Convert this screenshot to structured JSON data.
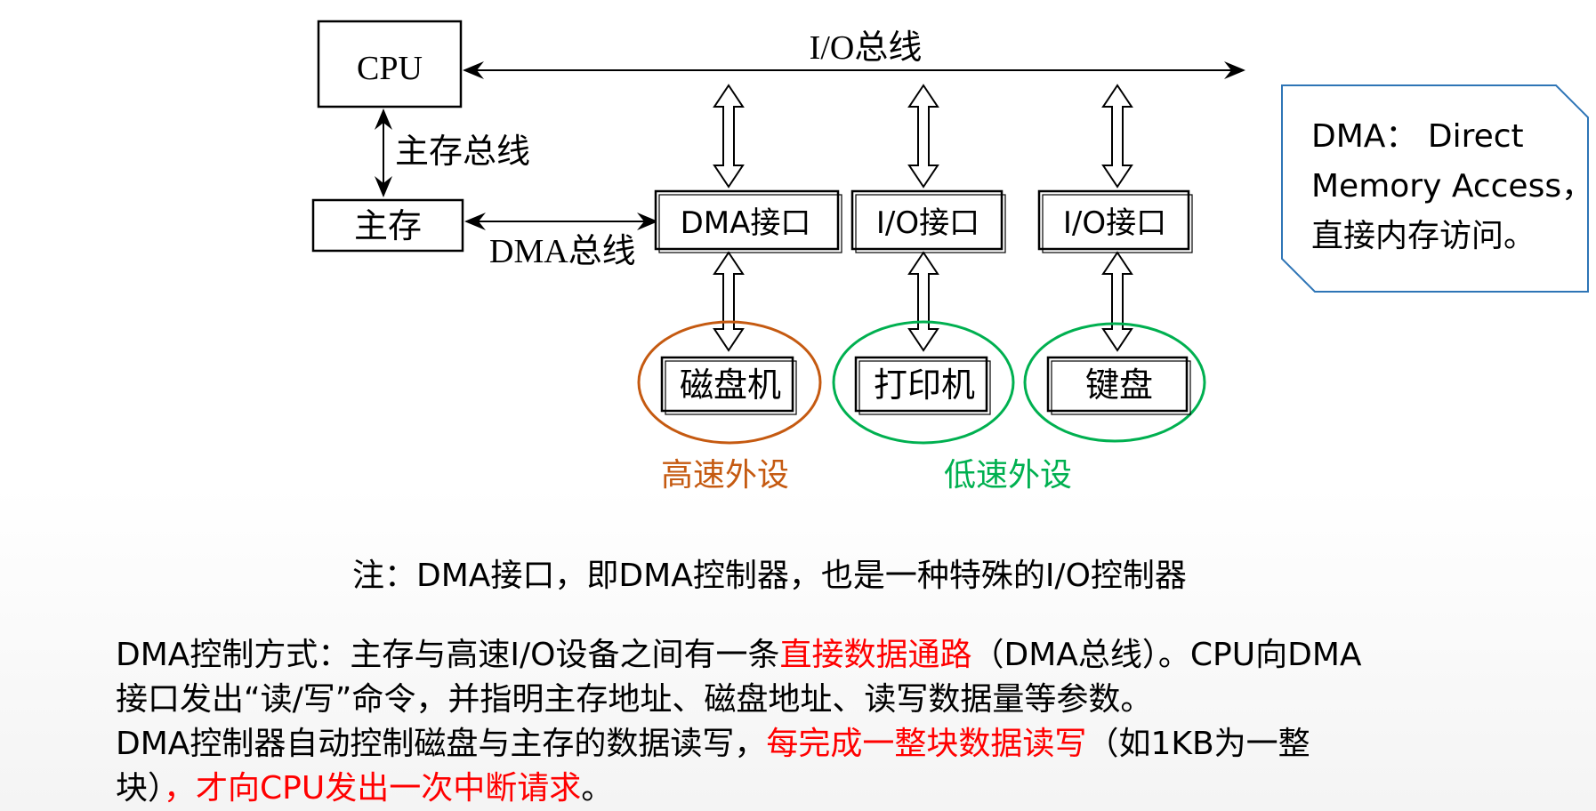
{
  "diagram": {
    "cpu": "CPU",
    "io_bus": "I/O总线",
    "main_bus": "主存总线",
    "memory": "主存",
    "dma_bus": "DMA总线",
    "dma_interface": "DMA接口",
    "io_interface_1": "I/O接口",
    "io_interface_2": "I/O接口",
    "disk": "磁盘机",
    "printer": "打印机",
    "keyboard": "键盘",
    "high_speed_label": "高速外设",
    "low_speed_label": "低速外设"
  },
  "callout": {
    "line1": "DMA：  Direct",
    "line2": "Memory Access，",
    "line3": "直接内存访问。"
  },
  "note": "注：DMA接口，即DMA控制器，也是一种特殊的I/O控制器",
  "paragraph": {
    "l1_a": "DMA控制方式：主存与高速I/O设备之间有一条",
    "l1_red": "直接数据通路",
    "l1_b": "（DMA总线）。CPU向DMA",
    "l2": "接口发出“读/写”命令，并指明主存地址、磁盘地址、读写数据量等参数。",
    "l3_a": "DMA控制器自动控制磁盘与主存的数据读写，",
    "l3_red": "每完成一整块数据读写",
    "l3_b": "（如1KB为一整",
    "l4_a": "块）",
    "l4_red": "，才向CPU发出一次中断请求",
    "l4_b": "。"
  },
  "colors": {
    "high_speed": "#c55a11",
    "low_speed": "#00b050",
    "emphasis": "#ff0000",
    "callout_border": "#2e75b6"
  }
}
